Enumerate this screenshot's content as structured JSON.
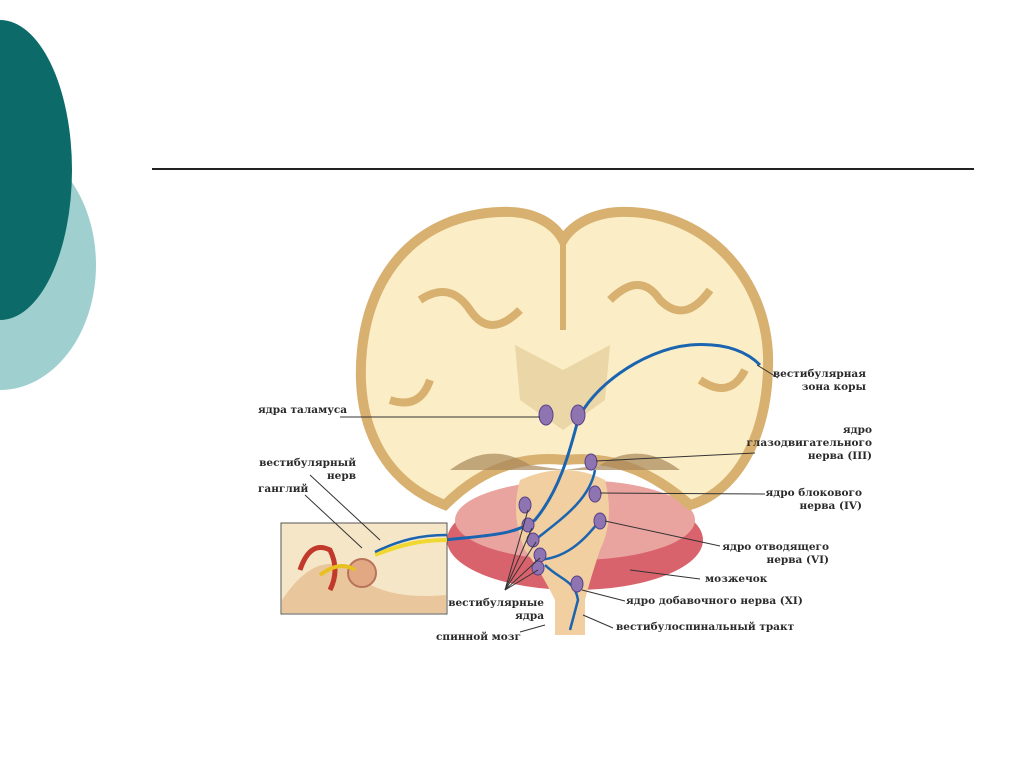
{
  "slide": {
    "accent_dark": "#0c6b68",
    "accent_light": "#9fd0cf"
  },
  "diagram": {
    "labels": {
      "vestibular_cortex": [
        "вестибулярная",
        "зона коры"
      ],
      "thalamus_nuclei": "ядра таламуса",
      "oculomotor_nucleus": [
        "ядро",
        "глазодвигательного",
        "нерва (III)"
      ],
      "vestibular_nerve": [
        "вестибулярный",
        "нерв"
      ],
      "ganglion": "ганглий",
      "trochlear_nucleus": [
        "ядро блокового",
        "нерва (IV)"
      ],
      "abducens_nucleus": [
        "ядро отводящего",
        "нерва (VI)"
      ],
      "cerebellum": "мозжечок",
      "accessory_nucleus": "ядро добавочного нерва (XI)",
      "vestibular_nuclei": [
        "вестибулярные",
        "ядра"
      ],
      "spinal_cord": "спинной мозг",
      "vestibulospinal_tract": "вестибулоспинальный тракт"
    }
  }
}
